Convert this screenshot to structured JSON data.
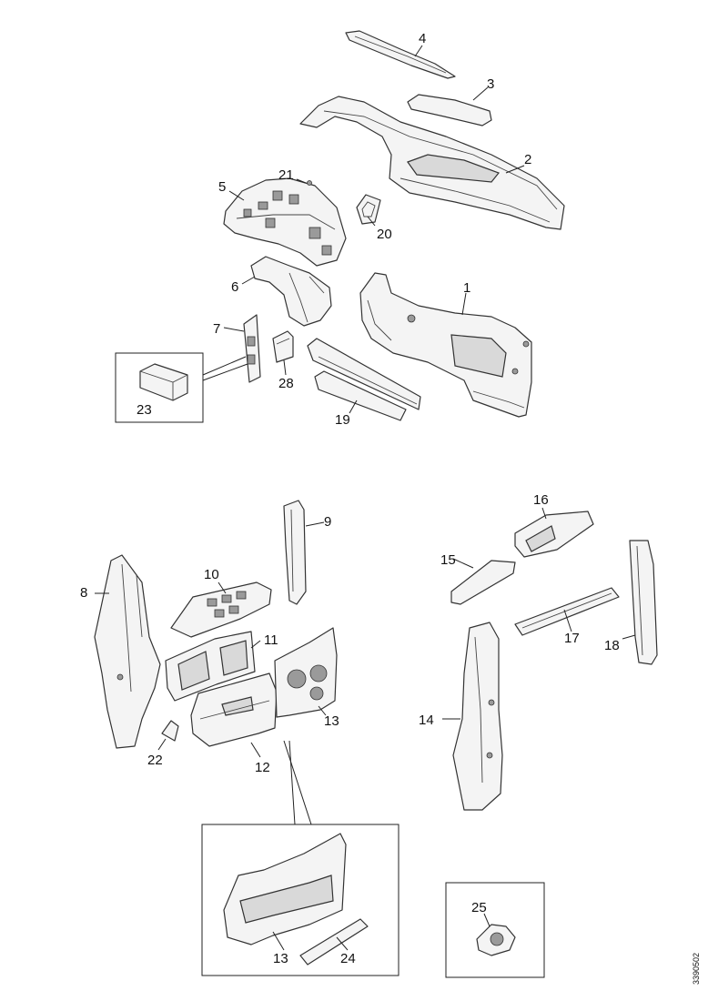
{
  "labels": {
    "p1": "1",
    "p2": "2",
    "p3": "3",
    "p4": "4",
    "p5": "5",
    "p6": "6",
    "p7": "7",
    "p8": "8",
    "p9": "9",
    "p10": "10",
    "p11": "11",
    "p12": "12",
    "p13": "13",
    "p13b": "13",
    "p14": "14",
    "p15": "15",
    "p16": "16",
    "p17": "17",
    "p18": "18",
    "p19": "19",
    "p20": "20",
    "p21": "21",
    "p22": "22",
    "p23": "23",
    "p24": "24",
    "p25": "25",
    "p28": "28"
  },
  "drawing_code": "3390502"
}
